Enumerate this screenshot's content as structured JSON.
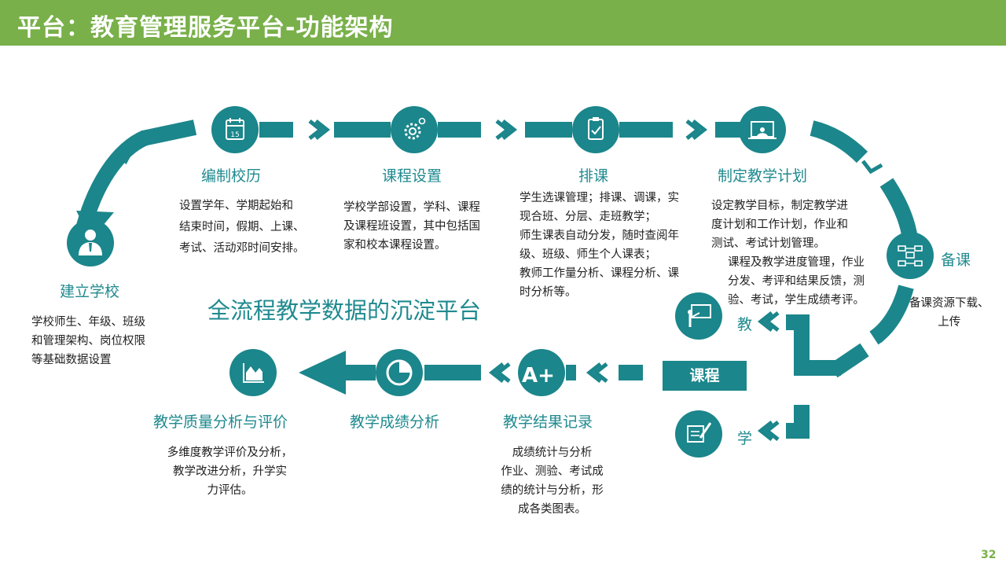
{
  "header": {
    "title": "平台：教育管理服务平台-功能架构"
  },
  "center_title": "全流程教学数据的沉淀平台",
  "course_box": "课程",
  "page_number": "32",
  "colors": {
    "teal": "#1b868b",
    "header_green": "#79b04a"
  },
  "nodes": {
    "school": {
      "label": "建立学校",
      "icon": "user-icon",
      "desc": [
        "学校师生、年级、班级",
        "和管理架构、岗位权限",
        "等基础数据设置"
      ]
    },
    "calendar": {
      "label": "编制校历",
      "icon": "calendar-icon",
      "icon_text": "15",
      "desc": [
        "设置学年、学期起始和",
        "结束时间，假期、上课、",
        "考试、活动邓时间安排。"
      ]
    },
    "course_setting": {
      "label": "课程设置",
      "icon": "gear-icon",
      "desc": [
        "学校学部设置，学科、课程",
        "及课程班设置，其中包括国",
        "家和校本课程设置。"
      ]
    },
    "scheduling": {
      "label": "排课",
      "icon": "clipboard-icon",
      "desc": [
        "学生选课管理；排课、调课，实",
        "现合班、分层、走班教学；",
        "师生课表自动分发，随时查阅年",
        "级、班级、师生个人课表；",
        "教师工作量分析、课程分析、课",
        "时分析等。"
      ]
    },
    "plan": {
      "label": "制定教学计划",
      "icon": "presentation-icon",
      "desc": [
        "设定教学目标，制定教学进",
        "度计划和工作计划，作业和",
        "测试、考试计划管理。"
      ]
    },
    "prep": {
      "label": "备课",
      "icon": "network-icon",
      "desc": [
        "备课资源下载、",
        "上传"
      ]
    },
    "progress": {
      "desc": [
        "课程及教学进度管理，作业",
        "分发、考评和结果反馈，测",
        "验、考试，学生成绩考评。"
      ]
    },
    "teach": {
      "label": "教",
      "icon": "teacher-icon"
    },
    "learn": {
      "label": "学",
      "icon": "writing-icon"
    },
    "result": {
      "label": "教学结果记录",
      "icon": "grade-icon",
      "icon_text": "A+",
      "desc": [
        "成绩统计与分析",
        "作业、测验、考试成",
        "绩的统计与分析，形",
        "成各类图表。"
      ]
    },
    "score": {
      "label": "教学成绩分析",
      "icon": "pie-chart-icon"
    },
    "quality": {
      "label": "教学质量分析与评价",
      "icon": "area-chart-icon",
      "desc": [
        "多维度教学评价及分析，",
        "教学改进分析，升学实",
        "力评估。"
      ]
    }
  }
}
